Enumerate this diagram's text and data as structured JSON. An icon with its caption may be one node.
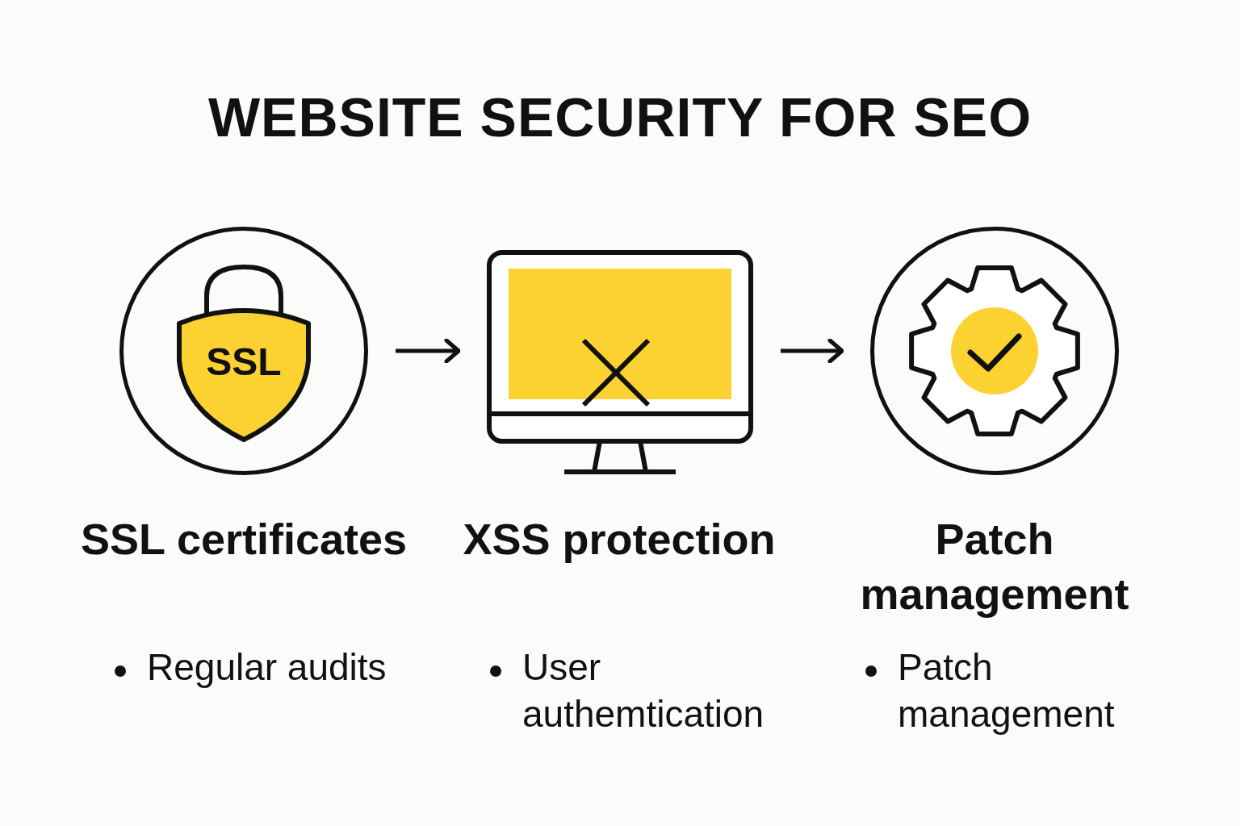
{
  "diagram": {
    "title": "WEBSITE SECURITY FOR SEO",
    "nodes": [
      {
        "text": [
          "SSL"
        ],
        "beside": [
          "SSL certificates",
          "Regular audits"
        ]
      },
      {
        "text": [],
        "shape": "monitor",
        "beside": [
          "XSS protection",
          "User authemtication"
        ]
      },
      {
        "text": [],
        "shape": "circle",
        "beside": [
          "Patch management",
          "Patch management"
        ]
      }
    ],
    "edges": [
      {
        "from": 0,
        "to": 1,
        "arrow": "to"
      },
      {
        "from": 1,
        "to": 2,
        "arrow": "to"
      }
    ]
  }
}
